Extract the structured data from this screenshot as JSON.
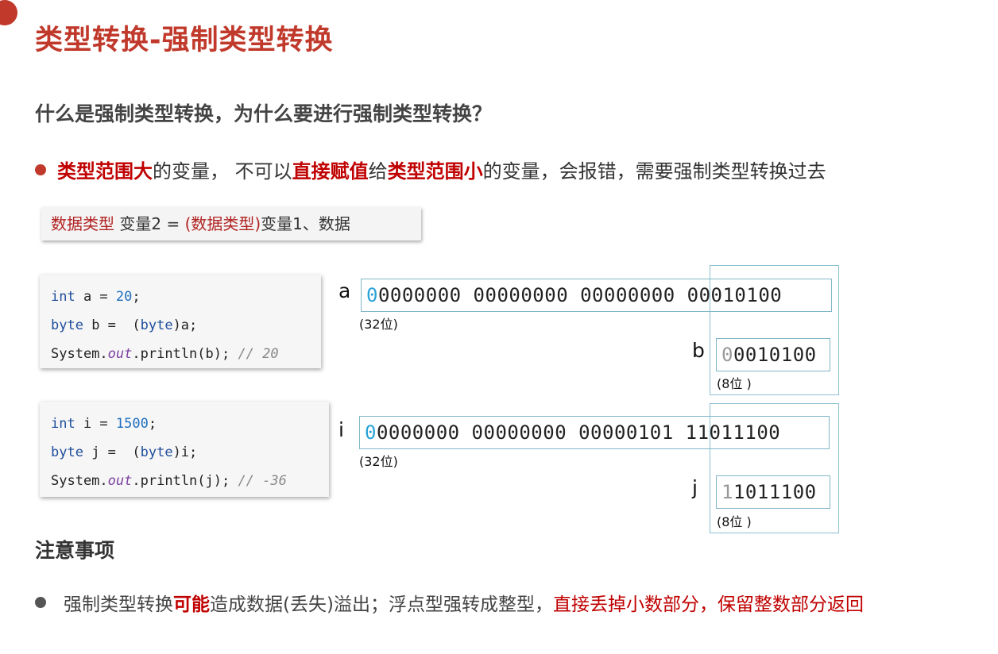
{
  "title": "类型转换-强制类型转换",
  "question": "什么是强制类型转换，为什么要进行强制类型转换？",
  "bullet": {
    "p1": "类型范围大",
    "p2": "的变量，  不可以",
    "p3": "直接赋值",
    "p4": "给",
    "p5": "类型范围小",
    "p6": "的变量，会报错，需要强制类型转换过去"
  },
  "formula": {
    "p1": "数据类型",
    "p2": " 变量2 = ",
    "p3": "(数据类型)",
    "p4": "变量1、数据"
  },
  "code1": {
    "l1_kw": "int",
    "l1_rest": " a = ",
    "l1_num": "20",
    "l1_end": ";",
    "l2_kw": "byte",
    "l2_rest": " b =  (",
    "l2_kw2": "byte",
    "l2_end": ")a;",
    "l3_a": "System.",
    "l3_fld": "out",
    "l3_b": ".println(b); ",
    "l3_cmt": "// 20"
  },
  "code2": {
    "l1_kw": "int",
    "l1_rest": " i = ",
    "l1_num": "1500",
    "l1_end": ";",
    "l2_kw": "byte",
    "l2_rest": " j =  (",
    "l2_kw2": "byte",
    "l2_end": ")i;",
    "l3_a": "System.",
    "l3_fld": "out",
    "l3_b": ".println(j); ",
    "l3_cmt": "// -36"
  },
  "diagram": {
    "a": {
      "label": "a",
      "first": "0",
      "rest": "0000000 00000000 00000000 00010100",
      "size": "(32位)"
    },
    "b": {
      "label": "b",
      "first": "0",
      "rest": "0010100",
      "size": "(8位 )"
    },
    "i": {
      "label": "i",
      "first": "0",
      "rest": "0000000 00000000 00000101 11011100",
      "size": "(32位)"
    },
    "j": {
      "label": "j",
      "first": "1",
      "rest": "1011100",
      "size": "(8位 )"
    }
  },
  "notes": {
    "title": "注意事项",
    "p1": "强制类型转换",
    "p2": "可能",
    "p3": "造成数据(丢失)溢出；浮点型强转成整型，",
    "p4": "直接丢掉小数部分，保留整数部分返回"
  },
  "colors": {
    "accent": "#c0392b",
    "highlight": "#c00000",
    "frame": "#8cc0d0",
    "bit_blue": "#29a3d8"
  }
}
